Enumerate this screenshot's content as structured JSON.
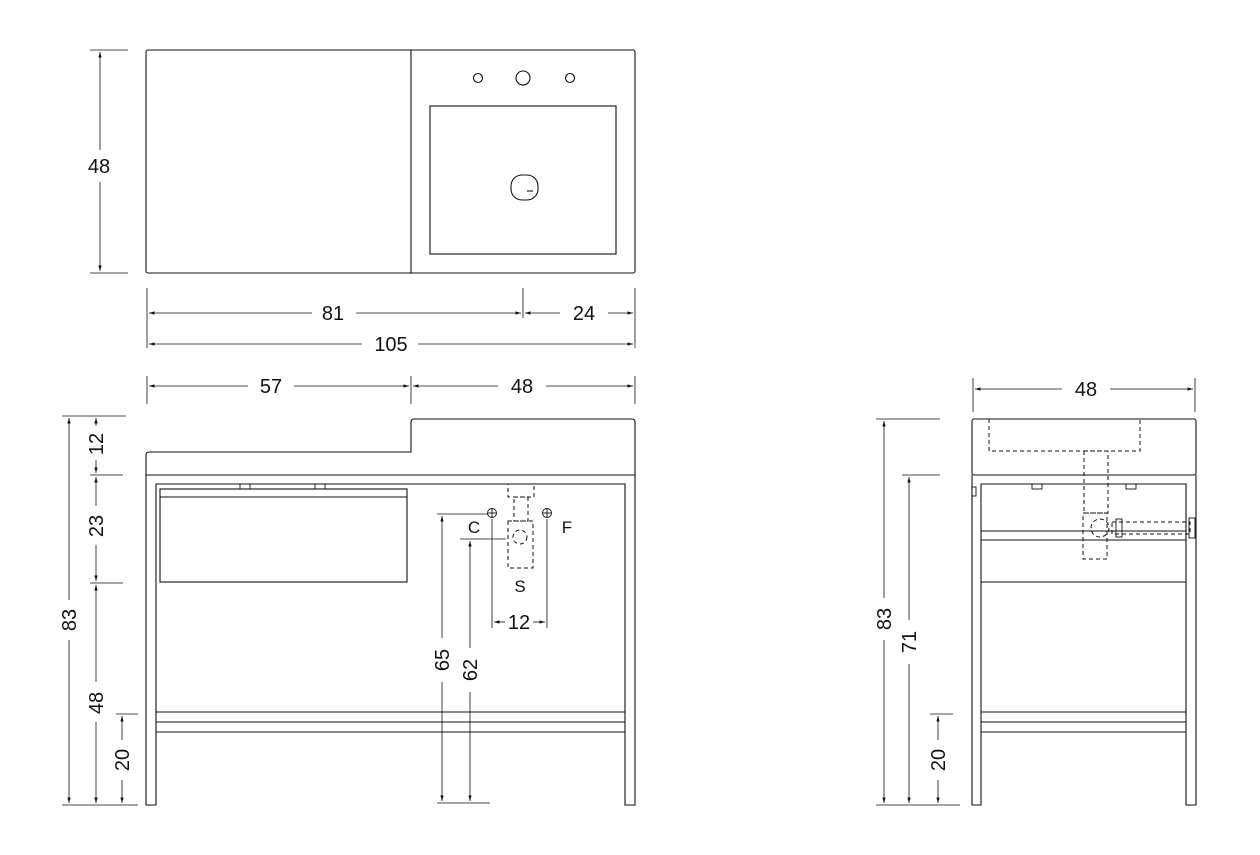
{
  "top_view": {
    "depth": "48",
    "counter_width": "81",
    "basin_width": "24",
    "total_width": "105"
  },
  "front_view": {
    "left_width": "57",
    "right_width": "48",
    "total_height": "83",
    "step_height": "12",
    "drawer_height": "23",
    "mid_height": "48",
    "shelf_height": "20",
    "cold_height": "65",
    "drain_height": "62",
    "tap_spacing": "12",
    "cold_marker": "C",
    "hot_marker": "F",
    "drain_marker": "S"
  },
  "side_view": {
    "width": "48",
    "total_height": "83",
    "frame_height": "71",
    "shelf_height": "20"
  }
}
